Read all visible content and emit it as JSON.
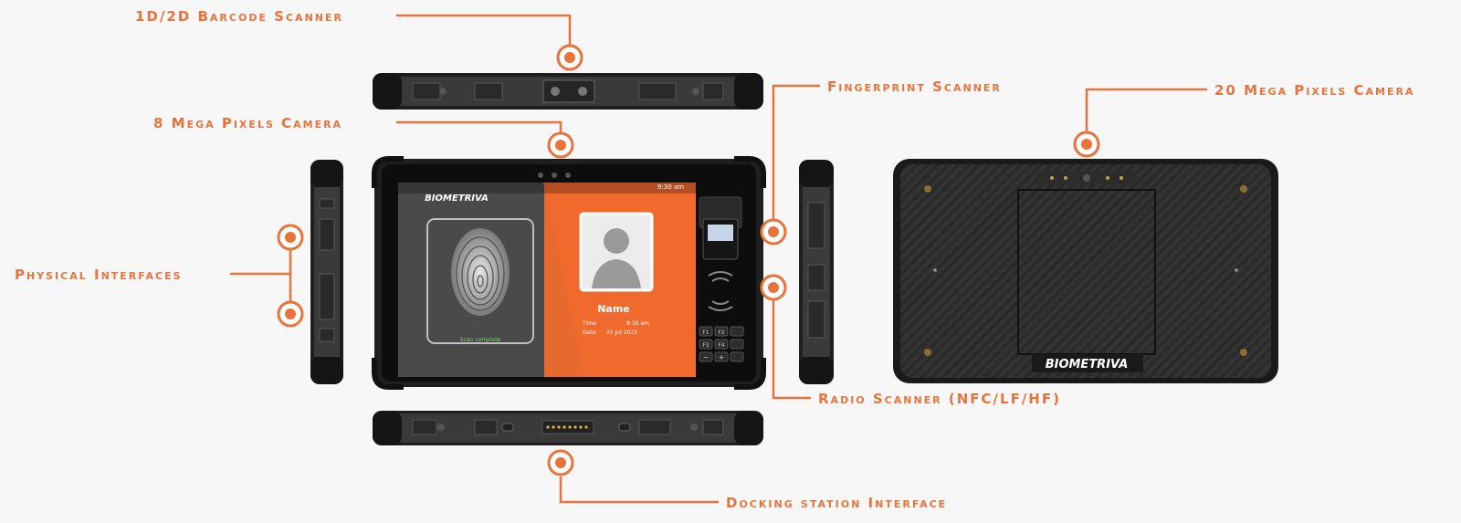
{
  "labels": {
    "barcode": "1D/2D Barcode Scanner",
    "camera_front": "8 Mega Pixels Camera",
    "physical": "Physical Interfaces",
    "fingerprint": "Fingerprint Scanner",
    "camera_rear": "20 Mega Pixels Camera",
    "radio": "Radio Scanner (NFC/LF/HF)",
    "docking": "Docking station Interface"
  },
  "screen": {
    "brand": "BIOMETRIVA",
    "status_time": "9:30 am",
    "scan_status": "Scan complete",
    "name_label": "Name",
    "time_label": "Time:",
    "time_value": "9:30 am",
    "date_label": "Date:",
    "date_value": "25 Jul 2023"
  },
  "keypad": {
    "keys": [
      "F1",
      "F2",
      "",
      "F3",
      "F4",
      "",
      "−",
      "+",
      ""
    ]
  },
  "rear_brand": "BIOMETRIVA",
  "colors": {
    "accent": "#e8743b",
    "device": "#2b2b2b",
    "screen_orange": "#ef6a2d"
  }
}
